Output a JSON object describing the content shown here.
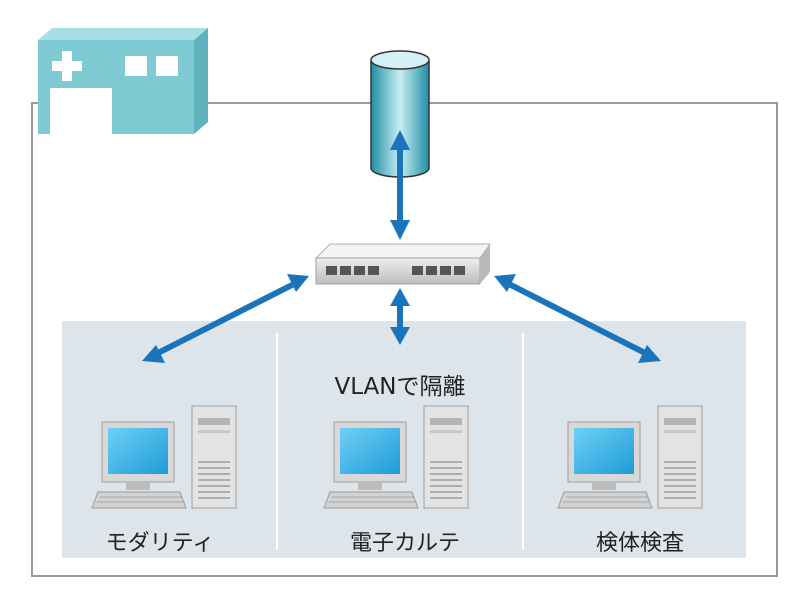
{
  "vlan_label": "VLANで隔離",
  "terminals": [
    {
      "label": "モダリティ"
    },
    {
      "label": "電子カルテ"
    },
    {
      "label": "検体検査"
    }
  ],
  "colors": {
    "building": "#7ecbd3",
    "arrow": "#1a74bc",
    "zone": "#dde5ea",
    "frame": "#9a9a9a",
    "monitor_screen": "#3db3e8"
  },
  "icons": [
    "hospital-icon",
    "database-icon",
    "network-switch-icon",
    "desktop-computer-icon"
  ]
}
